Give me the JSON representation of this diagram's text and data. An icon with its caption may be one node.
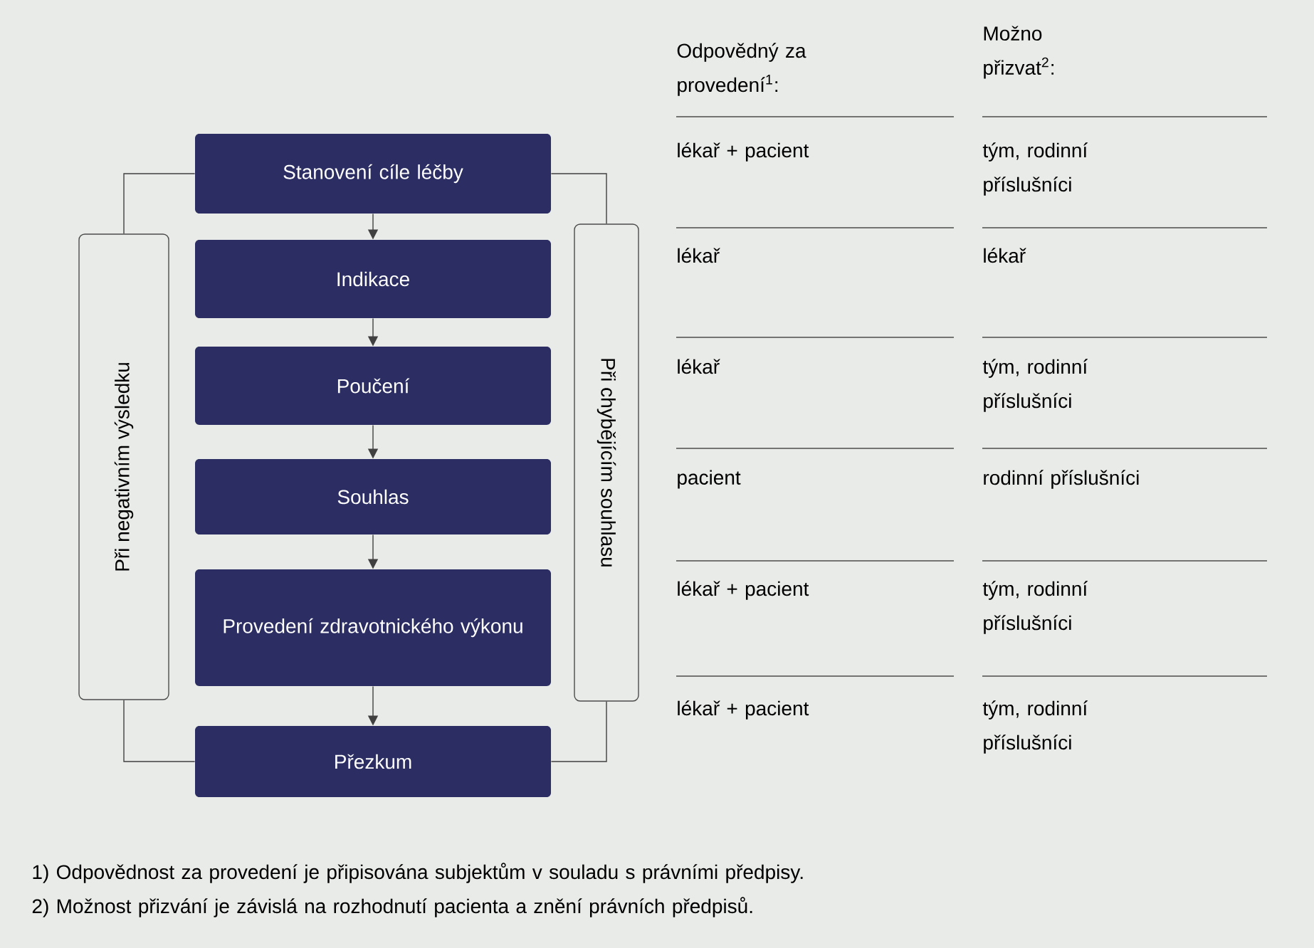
{
  "diagram": {
    "nodes": [
      {
        "text": [
          "Stanovení cíle léčby"
        ]
      },
      {
        "text": [
          "Indikace"
        ]
      },
      {
        "text": [
          "Poučení"
        ]
      },
      {
        "text": [
          "Souhlas"
        ]
      },
      {
        "text": [
          "Provedení zdravotnického výkonu"
        ]
      },
      {
        "text": [
          "Přezkum"
        ]
      },
      {
        "text": [
          "Při negativním výsledku"
        ]
      },
      {
        "text": [
          "Při chybějícím souhlasu"
        ]
      }
    ],
    "edges": [
      {
        "from": 0,
        "to": 1,
        "arrow": "to"
      },
      {
        "from": 1,
        "to": 2,
        "arrow": "to"
      },
      {
        "from": 2,
        "to": 3,
        "arrow": "to"
      },
      {
        "from": 3,
        "to": 4,
        "arrow": "to"
      },
      {
        "from": 4,
        "to": 5,
        "arrow": "to"
      },
      {
        "from": 0,
        "to": 6,
        "arrow": "none"
      },
      {
        "from": 6,
        "to": 5,
        "arrow": "none"
      },
      {
        "from": 0,
        "to": 7,
        "arrow": "none"
      },
      {
        "from": 7,
        "to": 5,
        "arrow": "none"
      }
    ],
    "labels": [
      "Odpovědný za provedení$^{1}$:",
      "Možno přizvat$^{2}$:",
      "lékař + pacient",
      "tým, rodinní příslušníci",
      "lékař",
      "lékař",
      "lékař",
      "tým, rodinní příslušníci",
      "pacient",
      "rodinní příslušníci",
      "lékař + pacient",
      "tým, rodinní příslušníci",
      "lékař + pacient",
      "tým, rodinní příslušníci",
      "1) Odpovědnost za provedení je připisována subjektům v souladu s právními předpisy.",
      "2) Možnost přizvání je závislá na rozhodnutí pacienta a znění právních předpisů."
    ]
  }
}
